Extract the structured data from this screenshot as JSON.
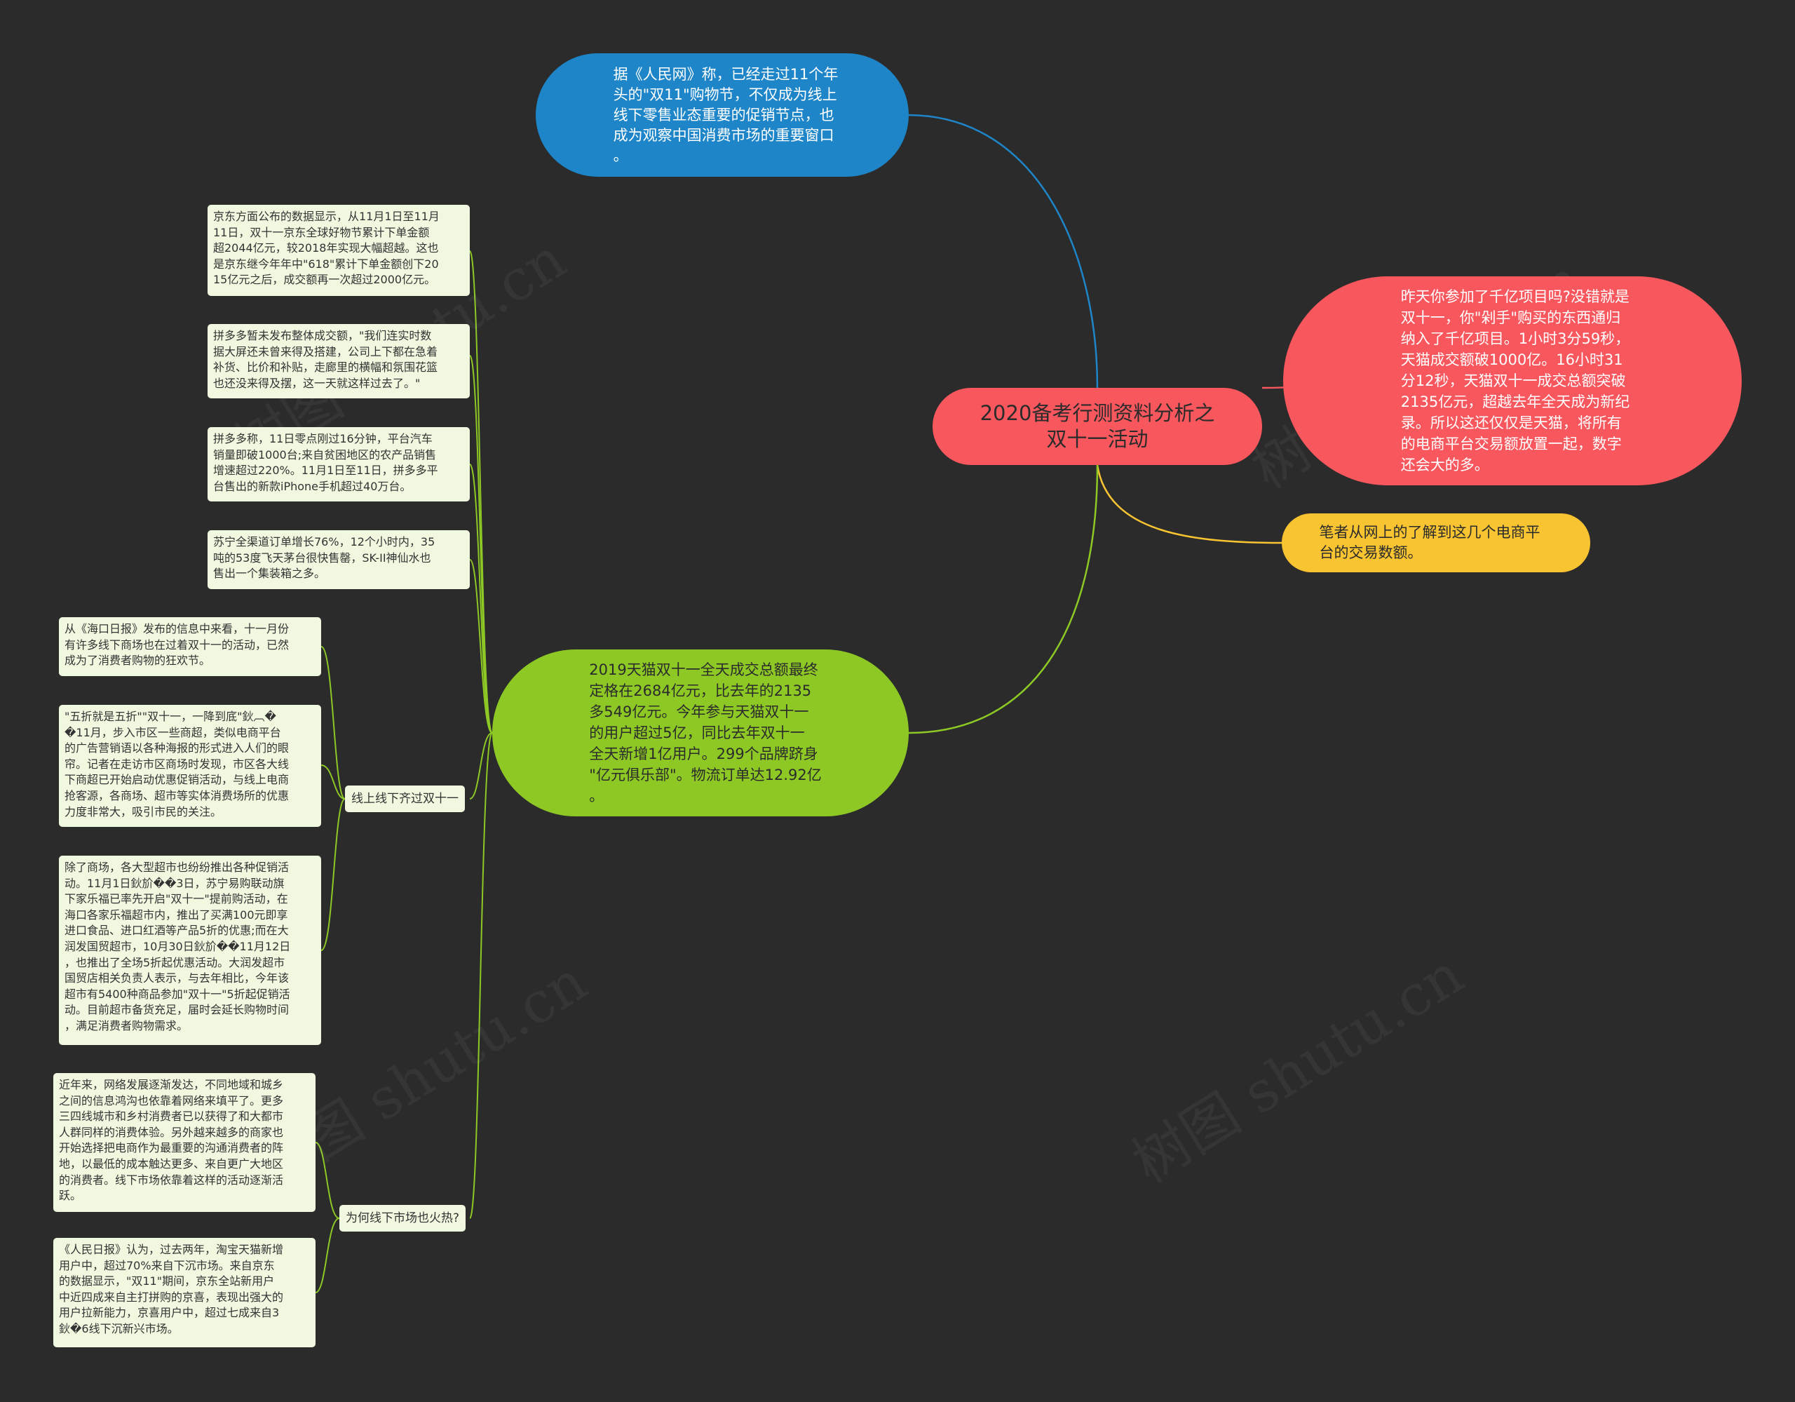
{
  "central": {
    "text": "2020备考行测资料分析之\n双十一活动"
  },
  "top_node": {
    "text": "据《人民网》称，已经走过11个年\n头的\"双11\"购物节，不仅成为线上\n线下零售业态重要的促销节点，也\n成为观察中国消费市场的重要窗口\n。"
  },
  "right_node": {
    "text": "昨天你参加了千亿项目吗?没错就是\n双十一，你\"剁手\"购买的东西通归\n纳入了千亿项目。1小时3分59秒，\n天猫成交额破1000亿。16小时31\n分12秒，天猫双十一成交总额突破\n2135亿元，超越去年全天成为新纪\n录。所以这还仅仅是天猫，将所有\n的电商平台交易额放置一起，数字\n还会大的多。"
  },
  "note_node": {
    "text": "笔者从网上的了解到这几个电商平\n台的交易数额。"
  },
  "main_node": {
    "text": "2019天猫双十一全天成交总额最终\n定格在2684亿元，比去年的2135\n多549亿元。今年参与天猫双十一\n的用户超过5亿，同比去年双十一\n全天新增1亿用户。299个品牌跻身\n\"亿元俱乐部\"。物流订单达12.92亿\n。"
  },
  "details": [
    "京东方面公布的数据显示，从11月1日至11月\n11日，双十一京东全球好物节累计下单金额\n超2044亿元，较2018年实现大幅超越。这也\n是京东继今年年中\"618\"累计下单金额创下20\n15亿元之后，成交额再一次超过2000亿元。",
    "拼多多暂未发布整体成交额，\"我们连实时数\n据大屏还未曾来得及搭建，公司上下都在急着\n补货、比价和补贴，走廊里的横幅和氛围花篮\n也还没来得及摆，这一天就这样过去了。\"",
    "拼多多称，11日零点刚过16分钟，平台汽车\n销量即破1000台;来自贫困地区的农产品销售\n增速超过220%。11月1日至11日，拼多多平\n台售出的新款iPhone手机超过40万台。",
    "苏宁全渠道订单增长76%，12个小时内，35\n吨的53度飞天茅台很快售罄，SK-II神仙水也\n售出一个集装箱之多。"
  ],
  "branch_offline": {
    "label": "线上线下齐过双十一",
    "items": [
      "从《海口日报》发布的信息中来看，十一月份\n有许多线下商场也在过着双十一的活动，已然\n成为了消费者购物的狂欢节。",
      "\"五折就是五折\"\"双十一，一降到底\"鈥︹�\n�11月，步入市区一些商超，类似电商平台\n的广告营销语以各种海报的形式进入人们的眼\n帘。记者在走访市区商场时发现，市区各大线\n下商超已开始启动优惠促销活动，与线上电商\n抢客源，各商场、超市等实体消费场所的优惠\n力度非常大，吸引市民的关注。",
      "除了商场，各大型超市也纷纷推出各种促销活\n动。11月1日鈥斺��3日，苏宁易购联动旗\n下家乐福已率先开启\"双十一\"提前购活动，在\n海口各家乐福超市内，推出了买满100元即享\n进口食品、进口红酒等产品5折的优惠;而在大\n润发国贸超市，10月30日鈥斺��11月12日\n，也推出了全场5折起优惠活动。大润发超市\n国贸店相关负责人表示，与去年相比，今年该\n超市有5400种商品参加\"双十一\"5折起促销活\n动。目前超市备货充足，届时会延长购物时间\n，满足消费者购物需求。"
    ]
  },
  "branch_why": {
    "label": "为何线下市场也火热?",
    "items": [
      "近年来，网络发展逐渐发达，不同地域和城乡\n之间的信息鸿沟也依靠着网络来填平了。更多\n三四线城市和乡村消费者已以获得了和大都市\n人群同样的消费体验。另外越来越多的商家也\n开始选择把电商作为最重要的沟通消费者的阵\n地，以最低的成本触达更多、来自更广大地区\n的消费者。线下市场依靠着这样的活动逐渐活\n跃。",
      "《人民日报》认为，过去两年，淘宝天猫新增\n用户中，超过70%来自下沉市场。来自京东\n的数据显示，\"双11\"期间，京东全站新用户\n中近四成来自主打拼购的京喜，表现出强大的\n用户拉新能力，京喜用户中，超过七成来自3\n鈥�6线下沉新兴市场。"
    ]
  },
  "watermark": "树图 shutu.cn",
  "colors": {
    "background": "#2b2b2b",
    "central": "#f7575d",
    "top_branch": "#1e86c8",
    "right_branch": "#f7575d",
    "note_branch": "#f8c431",
    "main_branch": "#8dc825",
    "detail_box": "#f1f8e0"
  }
}
